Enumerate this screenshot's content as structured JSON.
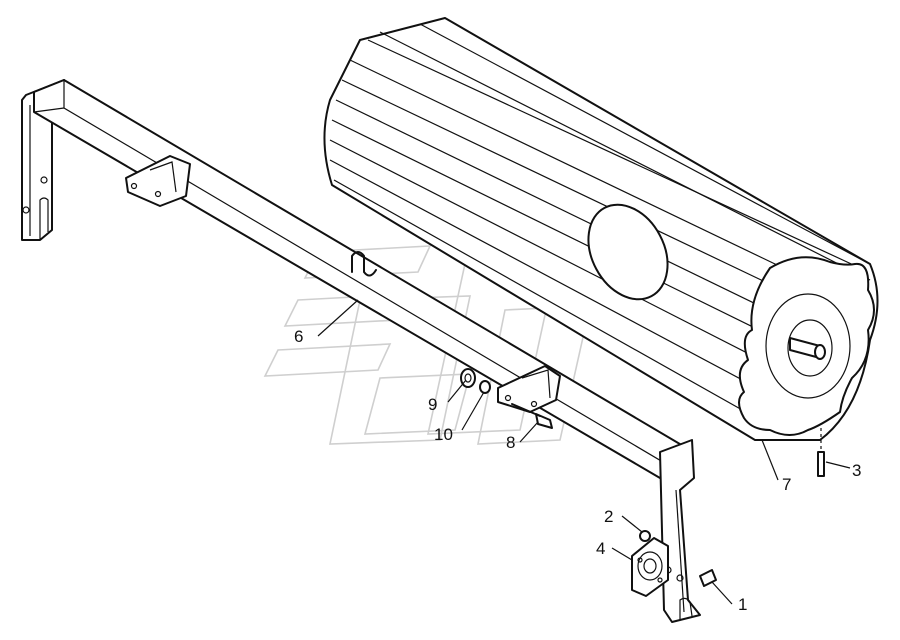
{
  "callouts": [
    {
      "id": "1",
      "text": "1"
    },
    {
      "id": "2",
      "text": "2"
    },
    {
      "id": "3",
      "text": "3"
    },
    {
      "id": "4",
      "text": "4"
    },
    {
      "id": "6",
      "text": "6"
    },
    {
      "id": "7",
      "text": "7"
    },
    {
      "id": "8",
      "text": "8"
    },
    {
      "id": "9",
      "text": "9"
    },
    {
      "id": "10",
      "text": "10"
    }
  ],
  "parts": {
    "frame_beam": "frame-beam",
    "roller": "slatted-roller",
    "bearing": "flange-bearing"
  }
}
